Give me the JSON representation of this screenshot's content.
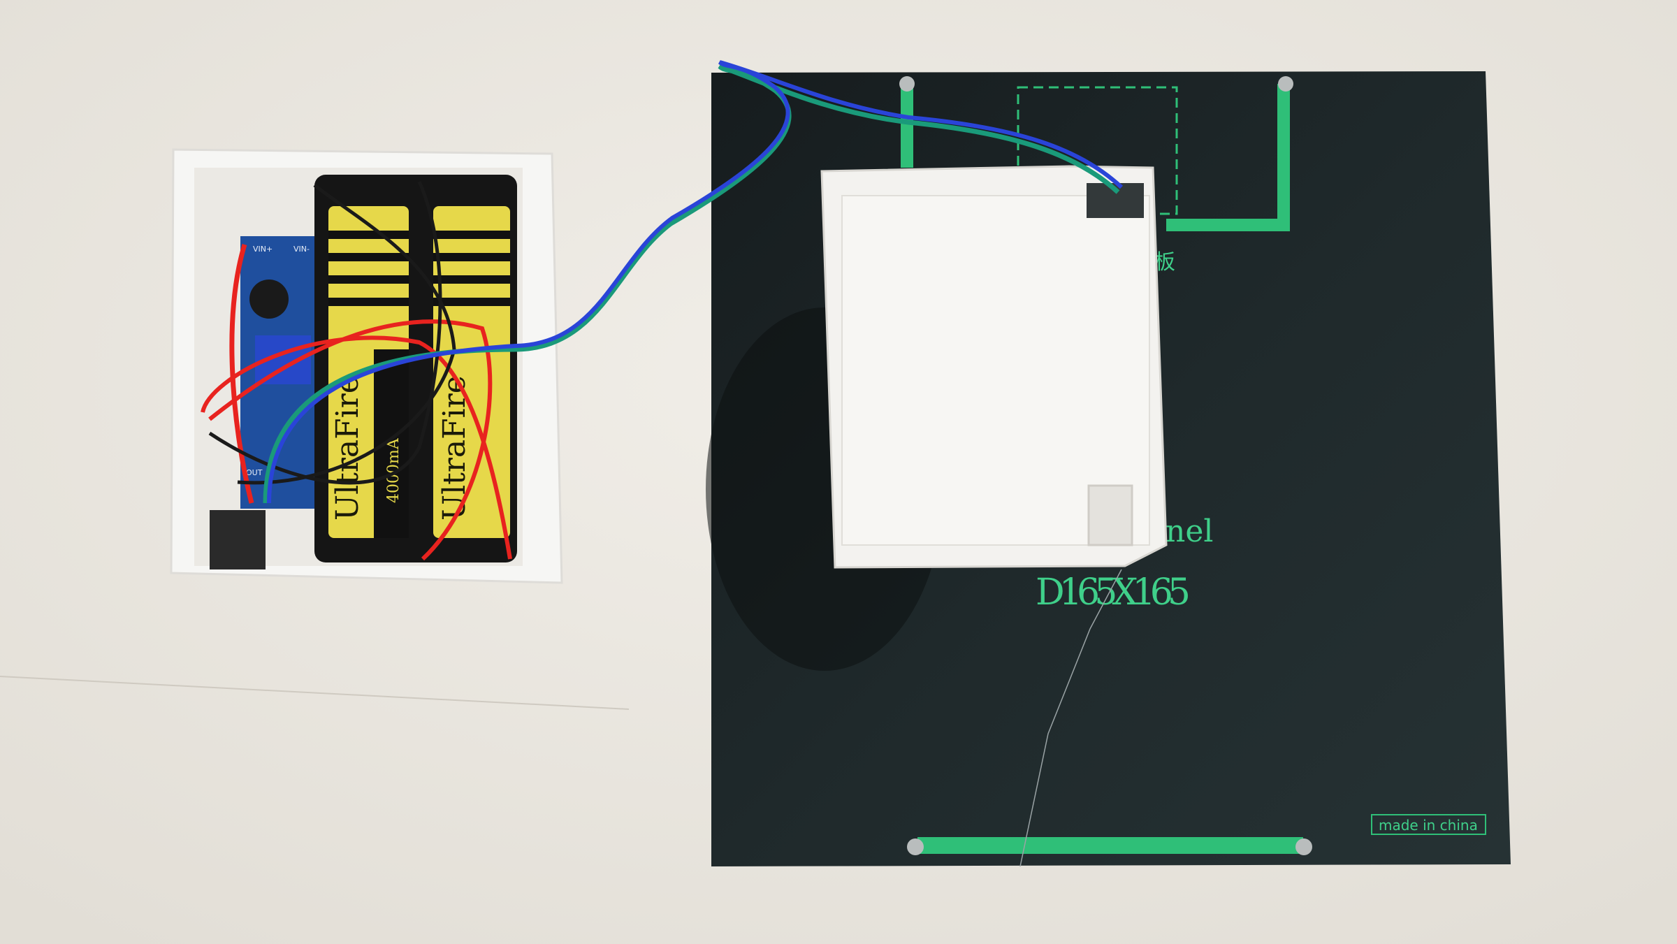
{
  "photo": {
    "solar_panel": {
      "label_partial": "nel",
      "model": "D165X165",
      "origin_mark": "made in china",
      "chinese_char": "板",
      "colors": {
        "panel": "#1c2426",
        "trace": "#2fbf78",
        "cover": "#f3f2ef"
      }
    },
    "battery_box": {
      "battery_brand": "UltraFire",
      "battery_capacity_partial": "4000mA",
      "board_labels": {
        "vin_plus": "VIN+",
        "vin_minus": "VIN-",
        "out": "OUT"
      },
      "colors": {
        "battery_wrap": "#e6d84a",
        "board": "#1f4f9e",
        "box": "#f6f6f4"
      }
    },
    "background_color": "#ece8e1"
  }
}
